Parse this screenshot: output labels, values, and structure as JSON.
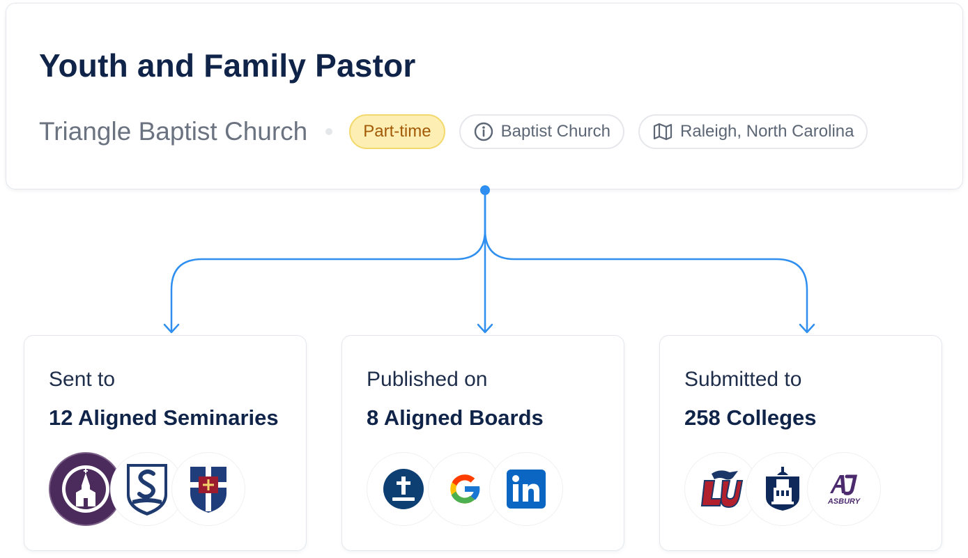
{
  "job": {
    "title": "Youth and Family Pastor",
    "church": "Triangle Baptist Church",
    "employment_type": "Part-time",
    "denomination": "Baptist Church",
    "location": "Raleigh, North Carolina"
  },
  "icons": {
    "denomination": "info-icon",
    "location": "map-icon"
  },
  "colors": {
    "accent": "#2f8ff0",
    "title": "#102449",
    "parttime_bg": "#fdefb3",
    "parttime_text": "#a35a07"
  },
  "destinations": [
    {
      "label": "Sent to",
      "count": "12 Aligned Seminaries",
      "logos": [
        "seminary-chapel-logo",
        "seminary-s-shield-logo",
        "seminary-cross-shield-logo"
      ]
    },
    {
      "label": "Published on",
      "count": "8 Aligned Boards",
      "logos": [
        "church-cross-logo",
        "google-logo",
        "linkedin-logo"
      ]
    },
    {
      "label": "Submitted to",
      "count": "258 Colleges",
      "logos": [
        "liberty-university-logo",
        "college-tower-shield-logo",
        "asbury-logo"
      ]
    }
  ],
  "logo_text": {
    "asbury": "ASBURY",
    "linkedin": "in"
  }
}
